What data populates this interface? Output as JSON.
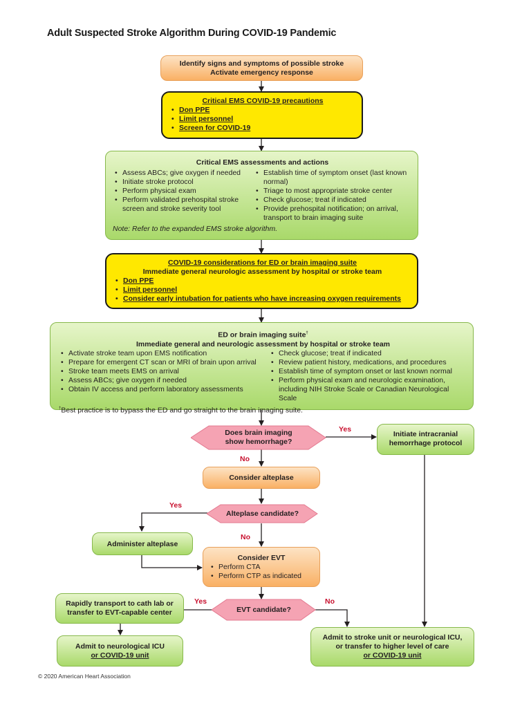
{
  "title": "Adult Suspected Stroke Algorithm During COVID-19 Pandemic",
  "colors": {
    "orange": "#f9b064",
    "yellow": "#ffe800",
    "green": "#a9d96a",
    "pink": "#f5a3b3",
    "label_red": "#c8102e"
  },
  "nodes": {
    "identify": {
      "line1": "Identify signs and symptoms of possible stroke",
      "line2": "Activate emergency response"
    },
    "ems_precautions": {
      "heading": "Critical EMS COVID-19 precautions",
      "items": [
        "Don PPE",
        "Limit personnel",
        "Screen for COVID-19"
      ]
    },
    "ems_assessments": {
      "heading": "Critical EMS assessments and actions",
      "left": [
        "Assess ABCs; give oxygen if needed",
        "Initiate stroke protocol",
        "Perform physical exam",
        "Perform validated prehospital stroke screen and stroke severity tool"
      ],
      "right": [
        "Establish time of symptom onset (last known normal)",
        "Triage to most appropriate stroke center",
        "Check glucose; treat if indicated",
        "Provide prehospital notification; on arrival, transport to brain imaging suite"
      ],
      "note": "Note: Refer to the expanded EMS stroke algorithm."
    },
    "ed_covid": {
      "heading": "COVID-19 considerations for ED or brain imaging suite",
      "subheading": "Immediate general neurologic assessment by hospital or stroke team",
      "items": [
        "Don PPE",
        "Limit personnel",
        "Consider early intubation for patients who have increasing oxygen requirements"
      ]
    },
    "ed_suite": {
      "heading": "ED or brain imaging suite",
      "footnote_mark": "†",
      "subheading": "Immediate general and neurologic assessment by hospital or stroke team",
      "left": [
        "Activate stroke team upon EMS notification",
        "Prepare for emergent CT scan or MRI of brain upon arrival",
        "Stroke team meets EMS on arrival",
        "Assess ABCs; give oxygen if needed",
        "Obtain IV access and perform laboratory assessments"
      ],
      "right": [
        "Check glucose; treat if indicated",
        "Review patient history, medications, and procedures",
        "Establish time of symptom onset or last known normal",
        "Perform physical exam and neurologic examination, including NIH Stroke Scale or Canadian Neurological Scale"
      ],
      "footnote": "Best practice is to bypass the ED and go straight to the brain imaging suite."
    },
    "hemorrhage_q": {
      "line1": "Does brain imaging",
      "line2": "show hemorrhage?"
    },
    "ich_protocol": {
      "line1": "Initiate intracranial",
      "line2": "hemorrhage protocol"
    },
    "consider_alteplase": {
      "text": "Consider alteplase"
    },
    "alteplase_q": {
      "text": "Alteplase candidate?"
    },
    "administer_alteplase": {
      "text": "Administer alteplase"
    },
    "consider_evt": {
      "heading": "Consider EVT",
      "items": [
        "Perform CTA",
        "Perform CTP as indicated"
      ]
    },
    "evt_q": {
      "text": "EVT candidate?"
    },
    "transport": {
      "line1": "Rapidly transport to cath lab or",
      "line2": "transfer to EVT-capable center"
    },
    "admit_icu": {
      "line1": "Admit to neurological ICU",
      "line2": "or COVID-19 unit"
    },
    "admit_stroke": {
      "line1": "Admit to stroke unit or neurological ICU,",
      "line2": "or transfer to higher level of care",
      "line3": "or COVID-19 unit"
    }
  },
  "labels": {
    "yes": "Yes",
    "no": "No"
  },
  "footer": "© 2020 American Heart Association"
}
